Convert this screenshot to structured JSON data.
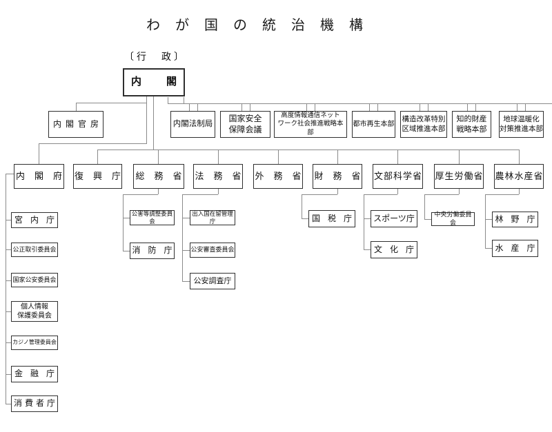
{
  "title": "わが国の統治機構",
  "branch_label": "〔行　政〕",
  "cabinet": {
    "label": "内閣"
  },
  "cabinet_secretariat": {
    "label": "内閣官房"
  },
  "headquarters": [
    {
      "label": "内閣法制局"
    },
    {
      "line1": "国家安全",
      "line2": "保障会議"
    },
    {
      "line1": "高度情報通信ネット",
      "line2": "ワーク社会推進戦略本部"
    },
    {
      "label": "都市再生本部"
    },
    {
      "line1": "構造改革特別",
      "line2": "区域推進本部"
    },
    {
      "line1": "知的財産",
      "line2": "戦略本部"
    },
    {
      "line1": "地球温暖化",
      "line2": "対策推進本部"
    }
  ],
  "ministries": [
    {
      "label": "内閣府"
    },
    {
      "label": "復興庁"
    },
    {
      "label": "総務省"
    },
    {
      "label": "法務省"
    },
    {
      "label": "外務省"
    },
    {
      "label": "財務省"
    },
    {
      "label": "文部科学省"
    },
    {
      "label": "厚生労働省"
    },
    {
      "label": "農林水産省"
    }
  ],
  "agencies": {
    "cabinet_office": [
      {
        "label": "宮内庁"
      },
      {
        "label": "公正取引委員会"
      },
      {
        "label": "国家公安委員会"
      },
      {
        "line1": "個人情報",
        "line2": "保護委員会"
      },
      {
        "label": "カジノ管理委員会"
      },
      {
        "label": "金融庁"
      },
      {
        "label": "消費者庁"
      }
    ],
    "internal_affairs": [
      {
        "label": "公害等調整委員会"
      },
      {
        "label": "消防庁"
      }
    ],
    "justice": [
      {
        "label": "出入国在留管理庁"
      },
      {
        "label": "公安審査委員会"
      },
      {
        "label": "公安調査庁"
      }
    ],
    "finance": [
      {
        "label": "国税庁"
      }
    ],
    "education": [
      {
        "label": "スポーツ庁"
      },
      {
        "label": "文化庁"
      }
    ],
    "health_labour": [
      {
        "label": "中央労働委員会"
      }
    ],
    "agriculture": [
      {
        "label": "林野庁"
      },
      {
        "label": "水産庁"
      }
    ]
  }
}
